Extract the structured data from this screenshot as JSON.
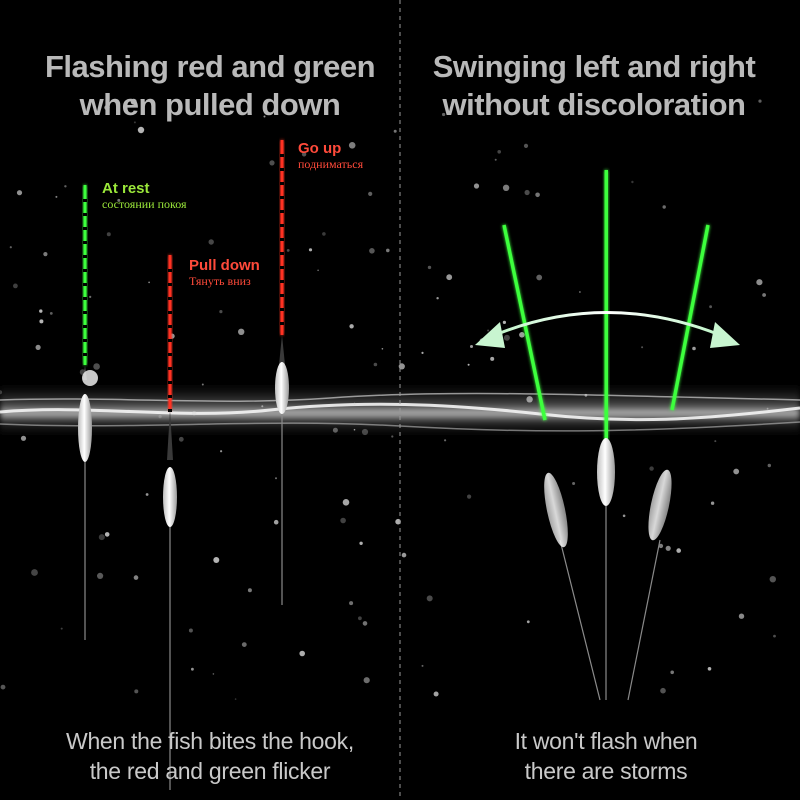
{
  "left_panel": {
    "headline": [
      "Flashing red and green",
      "when pulled down"
    ],
    "caption": [
      "When the fish bites the hook,",
      "the red and green flicker"
    ],
    "labels": {
      "at_rest": {
        "en": "At rest",
        "ru": "состоянии покоя",
        "color": "#9be83a"
      },
      "pull_down": {
        "en": "Pull down",
        "ru": "Тянуть вниз",
        "color": "#ff4a3a"
      },
      "go_up": {
        "en": "Go up",
        "ru": "подниматься",
        "color": "#ff4a3a"
      }
    }
  },
  "right_panel": {
    "headline": [
      "Swinging left and right",
      "without discoloration"
    ],
    "caption": [
      "It won't flash when",
      "there are storms"
    ]
  },
  "colors": {
    "background": "#000000",
    "headline_text": "#b9b9b9",
    "caption_text": "#c9c9c9",
    "glow_green": "#3cff3c",
    "glow_red": "#ff3322",
    "float_body": "#ffffff",
    "divider": "#9a9a9a"
  },
  "icons": [
    "swing-left-arrow-icon",
    "swing-right-arrow-icon"
  ]
}
